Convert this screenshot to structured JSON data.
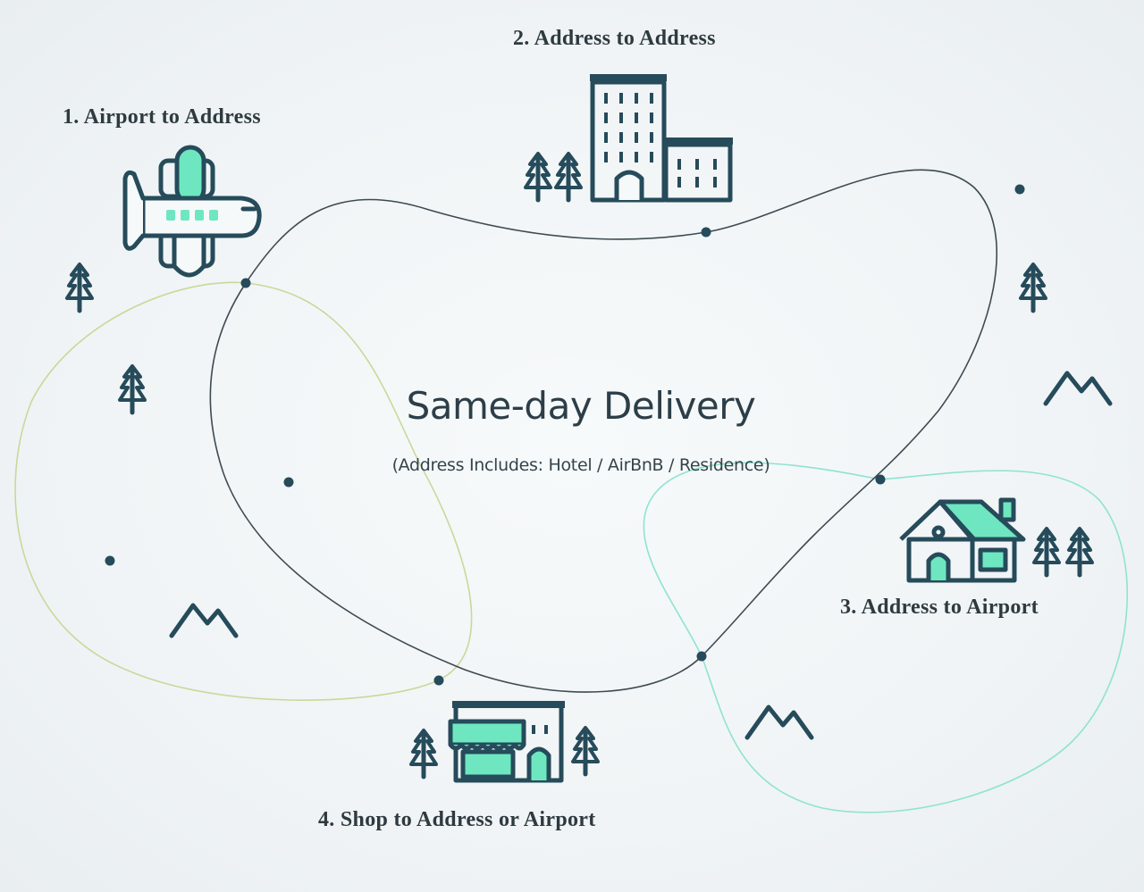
{
  "title": "Same-day Delivery",
  "subtitle": "(Address Includes: Hotel / AirBnB / Residence)",
  "stops": [
    {
      "label": "1. Airport to Address",
      "icon": "airplane-icon"
    },
    {
      "label": "2. Address to Address",
      "icon": "hotel-building-icon"
    },
    {
      "label": "3. Address to Airport",
      "icon": "house-icon"
    },
    {
      "label": "4. Shop to Address or Airport",
      "icon": "shop-icon"
    }
  ],
  "colors": {
    "dark": "#264b5a",
    "mint": "#6ee7c1",
    "dark_route": "#3d4b52",
    "olive_route": "#c8d99a",
    "mint_route": "#8fe3cf"
  }
}
